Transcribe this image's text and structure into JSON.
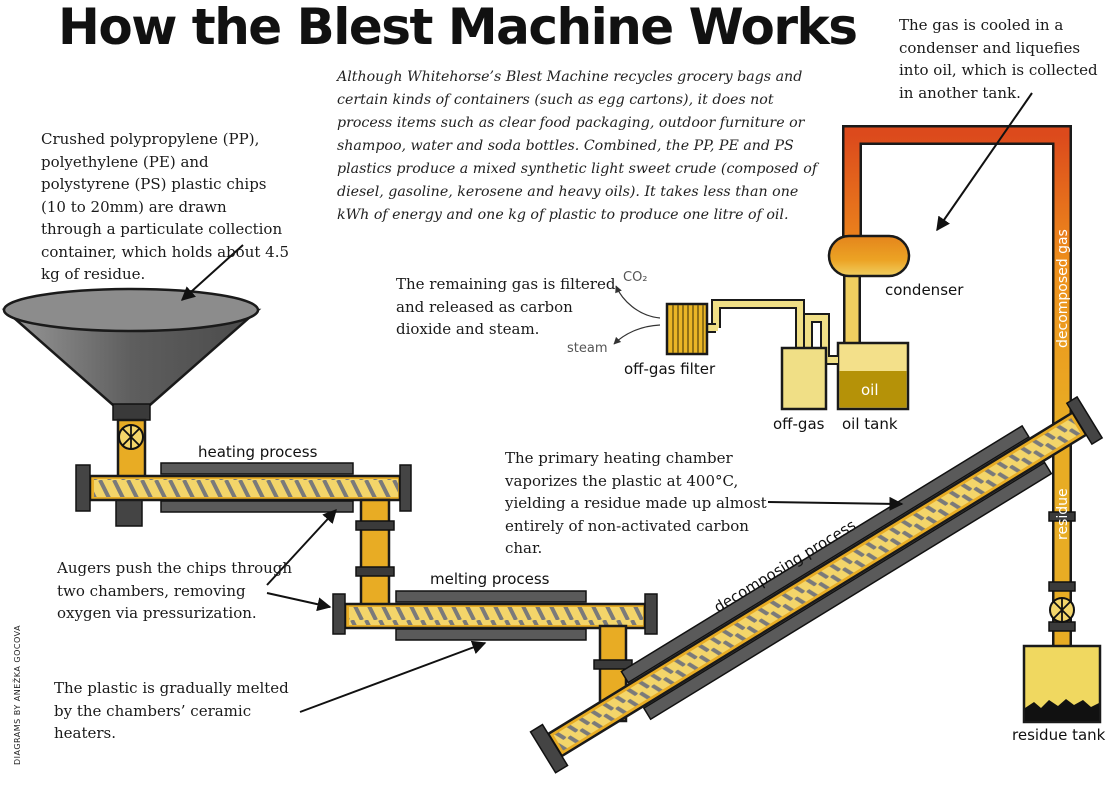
{
  "title": "How the Blest Machine Works",
  "intro": "Although Whitehorse’s Blest Machine recycles grocery bags and certain kinds of containers (such as egg cartons), it does not process items such as clear food packaging, outdoor furniture or shampoo, water and soda bottles. Combined, the PP, PE and PS plastics produce a mixed synthetic light sweet crude (composed of diesel, gasoline, kerosene and heavy oils). It takes less than one kWh of energy and one kg of plastic to produce one litre of oil.",
  "notes": {
    "hopper": "Crushed polypropylene (PP), polyethylene (PE) and polystyrene (PS) plastic chips (10 to 20mm) are drawn through a particulate collection container, which holds about 4.5 kg of residue.",
    "condenser": "The gas is cooled in a condenser and liquefies into oil, which is collected in another tank.",
    "filter": "The remaining gas is filtered and released as carbon dioxide and steam.",
    "augers": "Augers push the chips through two chambers, removing oxygen via pressurization.",
    "melt": "The plastic is gradually melted by the chambers’ ceramic heaters.",
    "primary": "The primary heating chamber vaporizes the plastic at 400°C, yielding a residue made up almost entirely of non-activated carbon char."
  },
  "labels": {
    "heating": "heating process",
    "melting": "melting process",
    "decomposing": "decomposing process",
    "condenser": "condenser",
    "decomposed_gas": "decomposed gas",
    "residue": "residue",
    "residue_tank": "residue tank",
    "oil": "oil",
    "oil_tank": "oil tank",
    "off_gas": "off-gas",
    "off_gas_filter": "off-gas filter",
    "co2": "CO₂",
    "steam": "steam"
  },
  "credit": "DIAGRAMS BY ANEŽKA GOCOVA",
  "colors": {
    "pipe": "#e8ac24",
    "pipe_light": "#f0d770",
    "hot": "#dc4a1c",
    "chamber": "#555555",
    "outline": "#1a1a1a",
    "hopper": "#6a6a6a"
  }
}
